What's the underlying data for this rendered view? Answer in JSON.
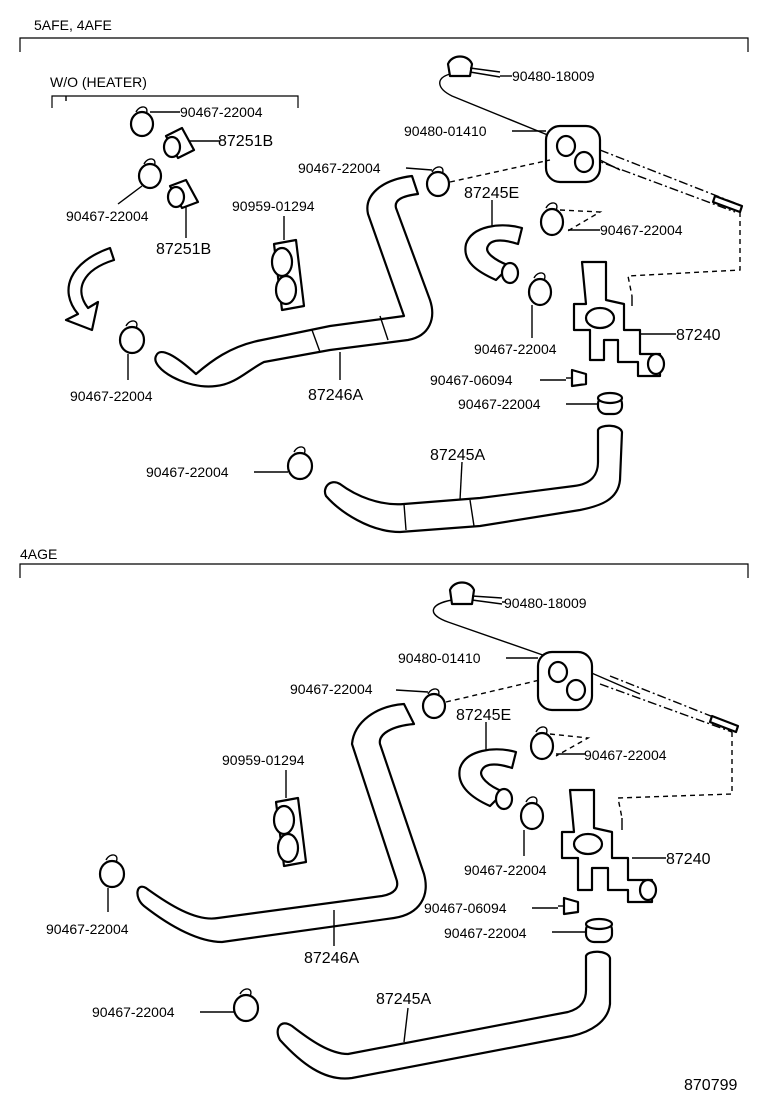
{
  "sections": {
    "top": "5AFE, 4AFE",
    "bottom": "4AGE",
    "variant": "W/O (HEATER)"
  },
  "labels": {
    "t_90480_18009": "90480-18009",
    "t_90480_01410": "90480-01410",
    "t_90467_22004_a": "90467-22004",
    "t_87251b_a": "87251B",
    "t_90467_22004_b": "90467-22004",
    "t_90467_22004_c": "90467-22004",
    "t_87245e": "87245E",
    "t_90959_01294": "90959-01294",
    "t_90467_22004_d": "90467-22004",
    "t_87251b_b": "87251B",
    "t_90467_22004_e": "90467-22004",
    "t_87240": "87240",
    "t_90467_22004_f": "90467-22004",
    "t_90467_06094": "90467-06094",
    "t_87246a": "87246A",
    "t_90467_22004_g": "90467-22004",
    "t_87245a": "87245A",
    "t_90467_22004_h": "90467-22004",
    "b_90480_18009": "90480-18009",
    "b_90480_01410": "90480-01410",
    "b_90467_22004_a": "90467-22004",
    "b_87245e": "87245E",
    "b_90959_01294": "90959-01294",
    "b_90467_22004_b": "90467-22004",
    "b_87240": "87240",
    "b_90467_22004_c": "90467-22004",
    "b_90467_22004_d": "90467-22004",
    "b_90467_06094": "90467-06094",
    "b_90467_22004_e": "90467-22004",
    "b_87246a": "87246A",
    "b_90467_22004_f": "90467-22004",
    "b_87245a": "87245A"
  },
  "figure_number": "870799"
}
